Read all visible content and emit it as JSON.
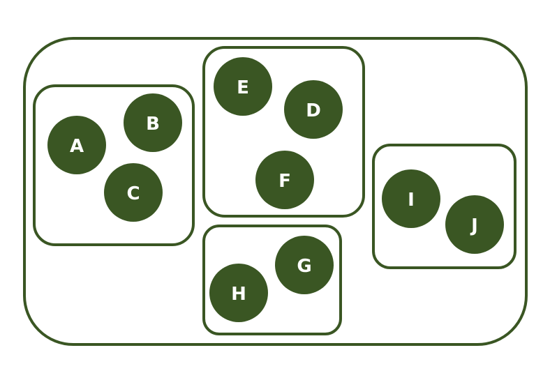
{
  "colors": {
    "accent": "#3a5623",
    "background": "#ffffff",
    "label": "#ffffff"
  },
  "groups": [
    {
      "id": "outer",
      "nodes": []
    },
    {
      "id": "group-abc",
      "nodes": [
        "A",
        "B",
        "C"
      ]
    },
    {
      "id": "group-def",
      "nodes": [
        "E",
        "D",
        "F"
      ]
    },
    {
      "id": "group-gh",
      "nodes": [
        "G",
        "H"
      ]
    },
    {
      "id": "group-ij",
      "nodes": [
        "I",
        "J"
      ]
    }
  ],
  "nodes": {
    "A": "A",
    "B": "B",
    "C": "C",
    "D": "D",
    "E": "E",
    "F": "F",
    "G": "G",
    "H": "H",
    "I": "I",
    "J": "J"
  }
}
